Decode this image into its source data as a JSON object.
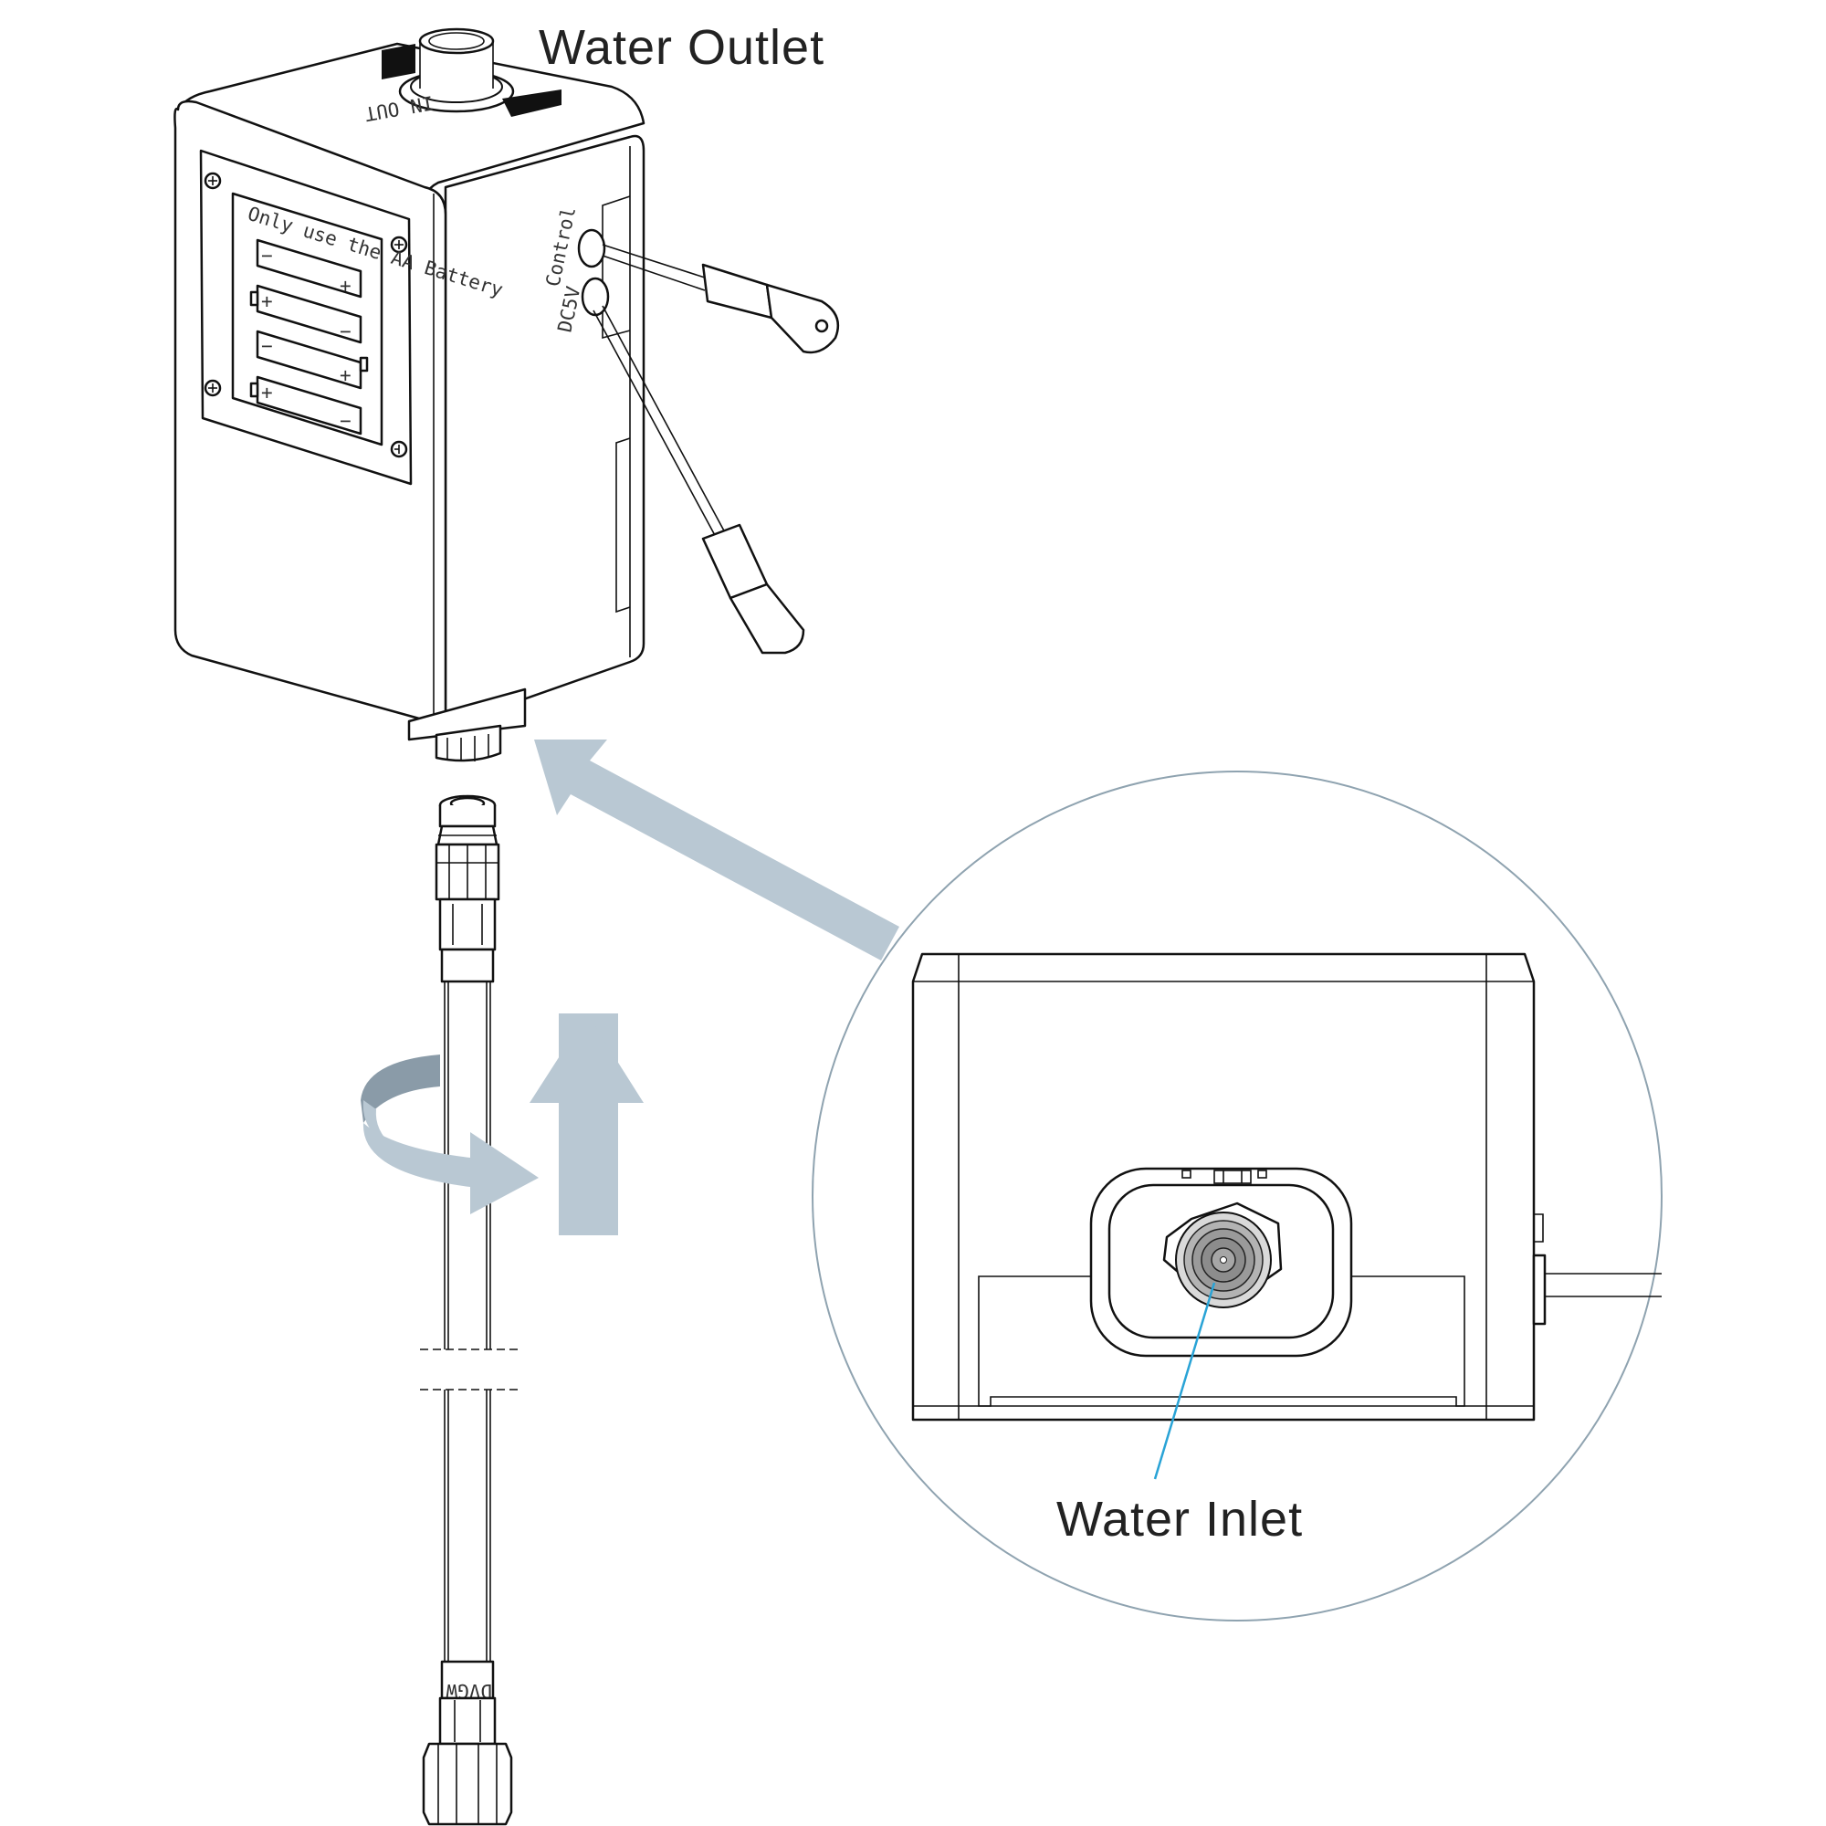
{
  "labels": {
    "water_outlet": "Water Outlet",
    "water_inlet": "Water Inlet"
  },
  "device": {
    "battery_instruction": "Only use the AA Battery",
    "port_control": "Control",
    "port_power": "DC5V",
    "battery_plus": "+",
    "battery_minus": "−"
  },
  "hose": {
    "brand_text": "DVGW"
  },
  "colors": {
    "arrow_fill": "#b9c8d3",
    "rotation_arrow_fill": "#b9c8d3",
    "rotation_arrow_shade": "#8a9ba8",
    "detail_circle": "#8fa3b0",
    "leader_line": "#29a3d6",
    "line_art": "#111111"
  },
  "icons": [
    "screw-icon",
    "aa-battery-icon",
    "rotate-arrow-icon",
    "up-arrow-icon",
    "diagonal-arrow-icon"
  ]
}
